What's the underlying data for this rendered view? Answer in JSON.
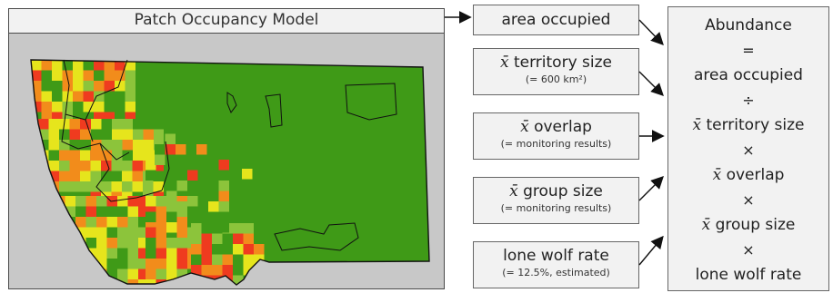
{
  "map_panel": {
    "title": "Patch Occupancy Model"
  },
  "inputs": [
    {
      "id": "area",
      "label": "area occupied",
      "note": ""
    },
    {
      "id": "territory",
      "label": "territory size",
      "xbar": "x̄",
      "note": "(= 600 km²)"
    },
    {
      "id": "overlap",
      "label": "overlap",
      "xbar": "x̄",
      "note": "(= monitoring results)"
    },
    {
      "id": "group",
      "label": "group size",
      "xbar": "x̄",
      "note": "(= monitoring results)"
    },
    {
      "id": "lone",
      "label": "lone wolf rate",
      "note": "(= 12.5%, estimated)"
    }
  ],
  "result": {
    "title": "Abundance",
    "equals": "=",
    "line1": "area occupied",
    "op1": "÷",
    "line2": "territory size",
    "op2": "×",
    "line3": "overlap",
    "op3": "×",
    "line4": "group size",
    "op4": "×",
    "line5": "lone wolf rate",
    "xbar": "x̄"
  },
  "colors": {
    "occupied_low": "#3f9a17",
    "occupied_mid": "#8cc43b",
    "occupied_high": "#e6e51c",
    "occupied_orange": "#f28c1b",
    "occupied_red": "#ef3b1f",
    "background": "#c8c8c8"
  }
}
